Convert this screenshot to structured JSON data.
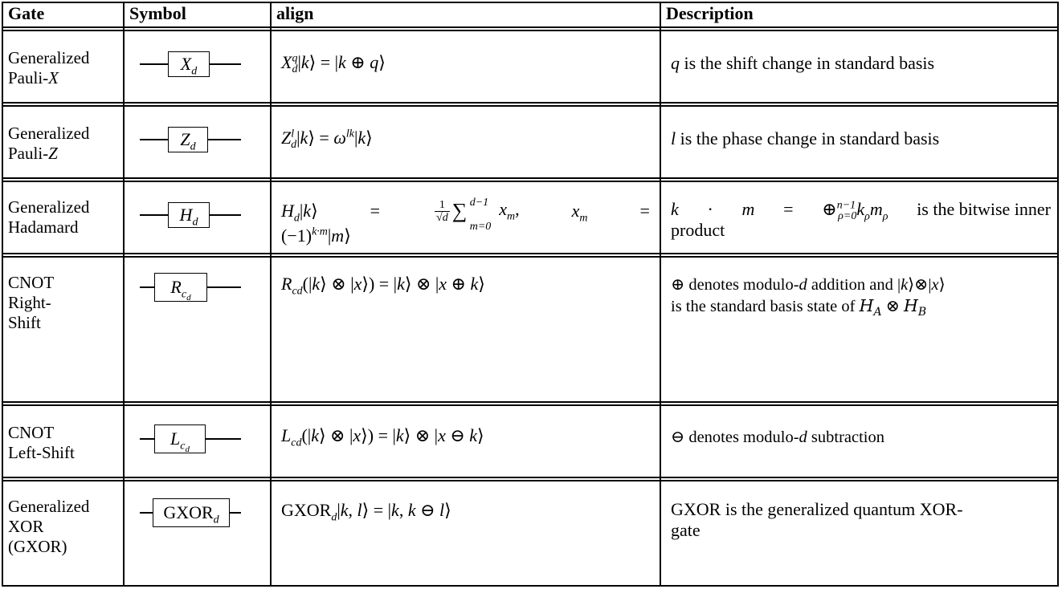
{
  "headers": {
    "gate": "Gate",
    "symbol": "Symbol",
    "align": "align",
    "description": "Description"
  },
  "rows": [
    {
      "gate_line1": "Generalized",
      "gate_line2": "Pauli-",
      "gate_var": "X",
      "symbol_base": "X",
      "symbol_sub": "d",
      "description": "is the shift change in standard basis",
      "description_var": "q"
    },
    {
      "gate_line1": "Generalized",
      "gate_line2": "Pauli-",
      "gate_var": "Z",
      "symbol_base": "Z",
      "symbol_sub": "d",
      "description": "is the phase change in standard basis",
      "description_var": "l"
    },
    {
      "gate_line1": "Generalized",
      "gate_line2": "Hadamard",
      "symbol_base": "H",
      "symbol_sub": "d",
      "description_tail": "is the bitwise inner",
      "description_line2": "product"
    },
    {
      "gate_line1": "CNOT",
      "gate_line2": "Right-",
      "gate_line3": "Shift",
      "symbol_base": "R",
      "symbol_sub": "c",
      "symbol_subsub": "d",
      "description_part1": "denotes modulo-",
      "description_var": "d",
      "description_part2": "addition and",
      "description_line2": "is the standard basis state of"
    },
    {
      "gate_line1": "CNOT",
      "gate_line2": "Left-Shift",
      "symbol_base": "L",
      "symbol_sub": "c",
      "symbol_subsub": "d",
      "description_part1": "denotes modulo-",
      "description_var": "d",
      "description_part2": "subtraction"
    },
    {
      "gate_line1": "Generalized",
      "gate_line2": "XOR",
      "gate_line3": "(GXOR)",
      "symbol_base": "GXOR",
      "symbol_sub": "d",
      "formula_prefix": "GXOR",
      "description_line1": "GXOR is the generalized quantum XOR-",
      "description_line2": "gate"
    }
  ]
}
